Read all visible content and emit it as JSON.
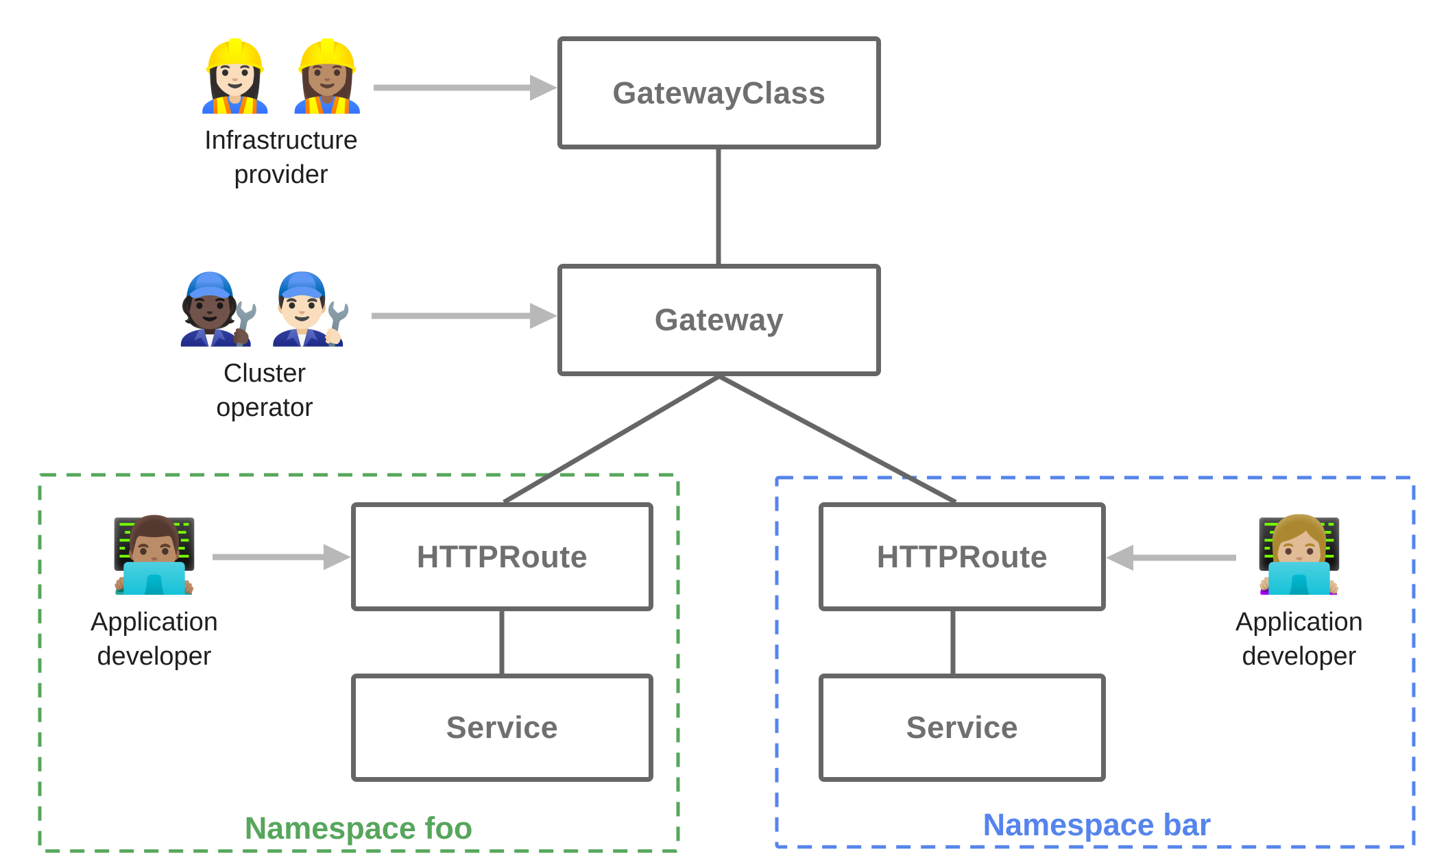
{
  "title": "Gateway API resource model diagram",
  "colors": {
    "background": "#ffffff",
    "box_border": "#666666",
    "box_label": "#6f6f6f",
    "connector": "#666666",
    "arrow": "#b8b8b8",
    "namespace_foo": "#56a65b",
    "namespace_bar": "#5584ec",
    "persona_label": "#1f1f1f"
  },
  "nodes": {
    "gateway_class": {
      "label": "GatewayClass"
    },
    "gateway": {
      "label": "Gateway"
    },
    "httproute_foo": {
      "label": "HTTPRoute"
    },
    "service_foo": {
      "label": "Service"
    },
    "httproute_bar": {
      "label": "HTTPRoute"
    },
    "service_bar": {
      "label": "Service"
    }
  },
  "namespaces": {
    "foo": {
      "label": "Namespace foo"
    },
    "bar": {
      "label": "Namespace bar"
    }
  },
  "personas": {
    "infrastructure_provider": {
      "lines": [
        "Infrastructure",
        "provider"
      ],
      "emojis": [
        "👷🏻‍♀️",
        "👷🏽‍♀️"
      ]
    },
    "cluster_operator": {
      "lines": [
        "Cluster",
        "operator"
      ],
      "emojis": [
        "🧑🏿‍🔧",
        "👨🏻‍🔧"
      ]
    },
    "application_developer_foo": {
      "lines": [
        "Application",
        "developer"
      ],
      "emojis": [
        "👨🏽‍💻"
      ]
    },
    "application_developer_bar": {
      "lines": [
        "Application",
        "developer"
      ],
      "emojis": [
        "👩🏼‍💻"
      ]
    }
  }
}
